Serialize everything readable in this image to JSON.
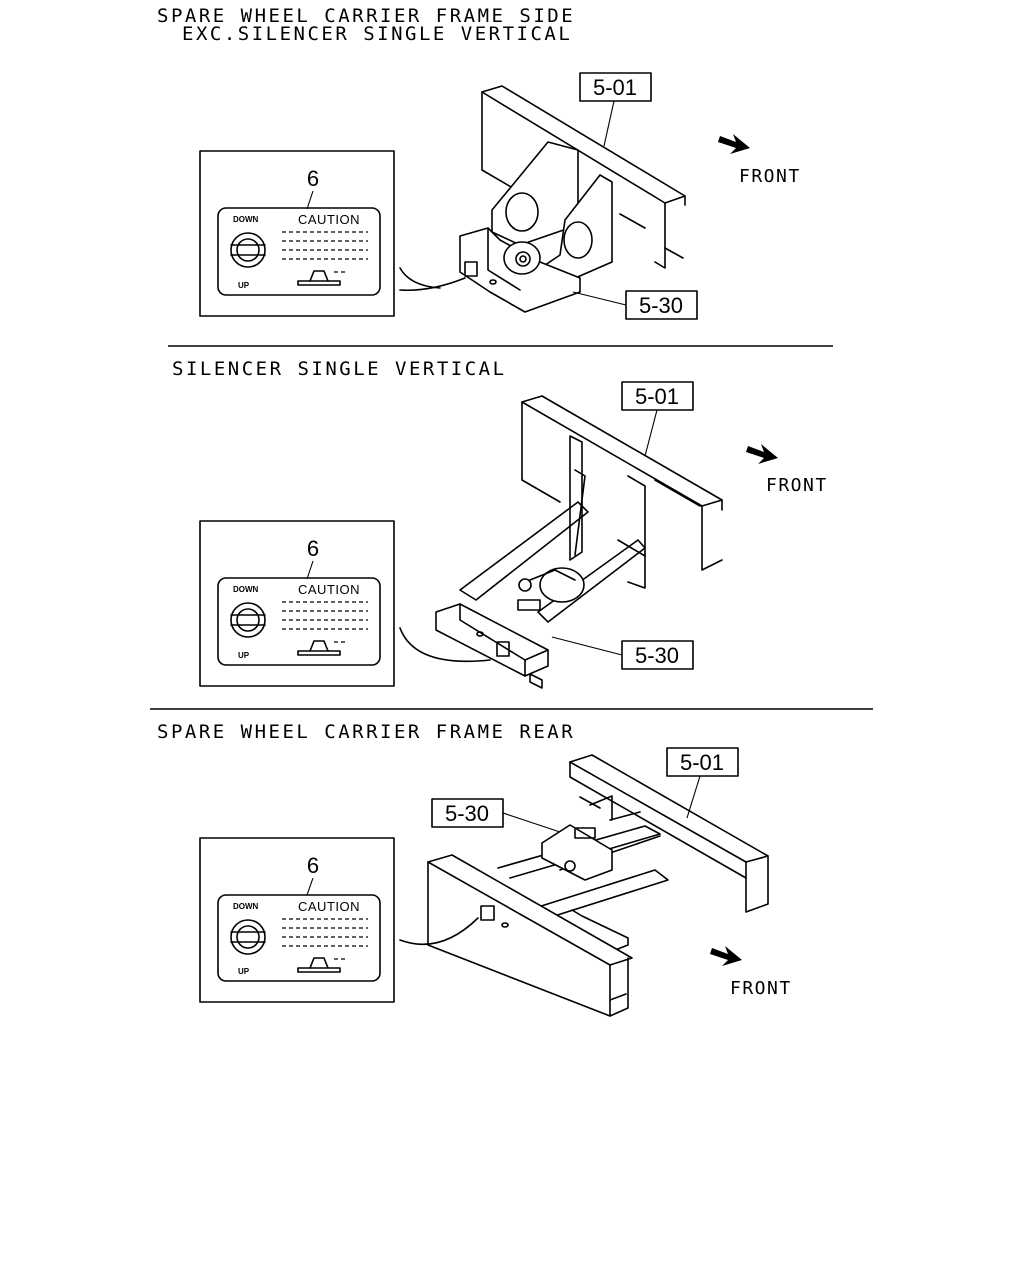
{
  "sections": [
    {
      "title_line1": "SPARE WHEEL CARRIER FRAME SIDE",
      "title_line2": "EXC.SILENCER SINGLE VERTICAL",
      "label_top": "5-01",
      "label_bottom": "5-30",
      "direction": "FRONT",
      "inset": {
        "part_no": "6",
        "heading": "CAUTION",
        "down": "DOWN",
        "up": "UP"
      }
    },
    {
      "title_line1": "SILENCER SINGLE VERTICAL",
      "label_top": "5-01",
      "label_bottom": "5-30",
      "direction": "FRONT",
      "inset": {
        "part_no": "6",
        "heading": "CAUTION",
        "down": "DOWN",
        "up": "UP"
      }
    },
    {
      "title_line1": "SPARE WHEEL CARRIER FRAME REAR",
      "label_top": "5-01",
      "label_bottom": "5-30",
      "direction": "FRONT",
      "inset": {
        "part_no": "6",
        "heading": "CAUTION",
        "down": "DOWN",
        "up": "UP"
      }
    }
  ]
}
